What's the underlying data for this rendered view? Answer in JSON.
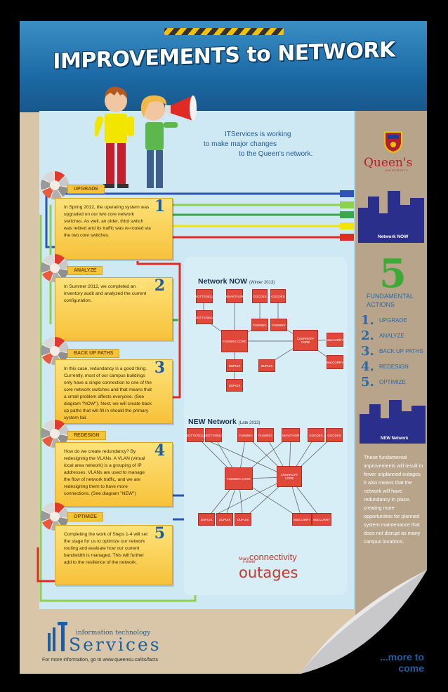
{
  "title": "IMPROVEMENTS to NETWORK",
  "intro": [
    "ITServices is working",
    "to make major changes",
    "to the Queen's network."
  ],
  "logo": {
    "name": "Queen's",
    "sub": "UNIVERSITY"
  },
  "steps": [
    {
      "tag": "UPGRADE",
      "num": "1",
      "text": "In Spring 2012, the operating system was upgraded on our two core network switches. As well, an older, third switch was retired and its traffic was re-routed via the two core switches."
    },
    {
      "tag": "ANALYZE",
      "num": "2",
      "text": "In Summer 2012, we completed an inventory audit and analyzed the current configuration."
    },
    {
      "tag": "BACK UP PATHS",
      "num": "3",
      "text": "In this case, redundancy is a good thing. Currently, most of our campus buildings only have a single connection to one of the core network switches and that means that a small problem affects everyone. (See diagram \"NOW\"). Next, we will create back up paths that will fill in should the primary system fail."
    },
    {
      "tag": "REDESIGN",
      "num": "4",
      "text": "How do we create redundancy? By redesigning the VLANs. A VLAN (virtual local area network) is a grouping of IP addresses. VLANs are used to manage the flow of network traffic, and we are redesigning them to have more connections. (See diagram \"NEW\")"
    },
    {
      "tag": "OPTIMIZE",
      "num": "5",
      "text": "Completing the work of Steps 1-4 will set the stage for us to optimize our network routing and evaluate how our current bandwidth is managed. This will further add to the resilience of the network."
    }
  ],
  "diagram_now": {
    "title": "Network NOW",
    "subtitle": "(Winter 2013)",
    "nodes": {
      "botterell1": "BOTTERELL",
      "mcarthur": "McARTHUR",
      "goodes1": "GOODES",
      "goodes2": "GOODES",
      "botterell2": "BOTTERELL",
      "fleming1": "FLEMING",
      "fleming2": "FLEMING",
      "flemingcore": "FLEMING CORE",
      "chernoff": "CHERNOFF CORE",
      "maccorry1": "MacCORRY",
      "maccorry2": "MacCORRY",
      "dupuis1": "DUPUIS",
      "dupuis2": "DUPUIS",
      "dupuis3": "DUPUIS"
    }
  },
  "diagram_new": {
    "title": "NEW Network",
    "subtitle": "(Late 2013)",
    "top": [
      "BOTTERELL",
      "BOTTERELL",
      "FLEMING",
      "FLEMING",
      "McARTHUR",
      "GOODES",
      "GOODES"
    ],
    "core": [
      "FLEMING CORE",
      "CHERNOFF CORE"
    ],
    "bottom": [
      "DUPUIS",
      "DUPUIS",
      "DUPUIS",
      "MacCORRY",
      "MacCORRY"
    ]
  },
  "five": "5",
  "fundamental": [
    "FUNDAMENTAL",
    "ACTIONS"
  ],
  "actions": [
    {
      "num": "1.",
      "label": "UPGRADE"
    },
    {
      "num": "2.",
      "label": "ANALYZE"
    },
    {
      "num": "3.",
      "label": "BACK UP PATHS"
    },
    {
      "num": "4.",
      "label": "REDESIGN"
    },
    {
      "num": "5.",
      "label": "OPTIMIZE"
    }
  ],
  "network_now_label": "Network NOW",
  "new_network_label": "NEW Network",
  "side_text": "These fundamental improvements will result in fewer unplanned outages. It also means that the network will have redundancy in place, creating more opportunities for planned system maintenance that does not disrupt as many campus locations.",
  "more": "More",
  "connectivity": "connectivity",
  "fewer": "Fewer",
  "outages": "outages",
  "its_top": "information technology",
  "its_main": "Services",
  "footer": "For more information, go to www.queensu.ca/its/facts",
  "more_to_come": [
    "...more to",
    "come"
  ]
}
